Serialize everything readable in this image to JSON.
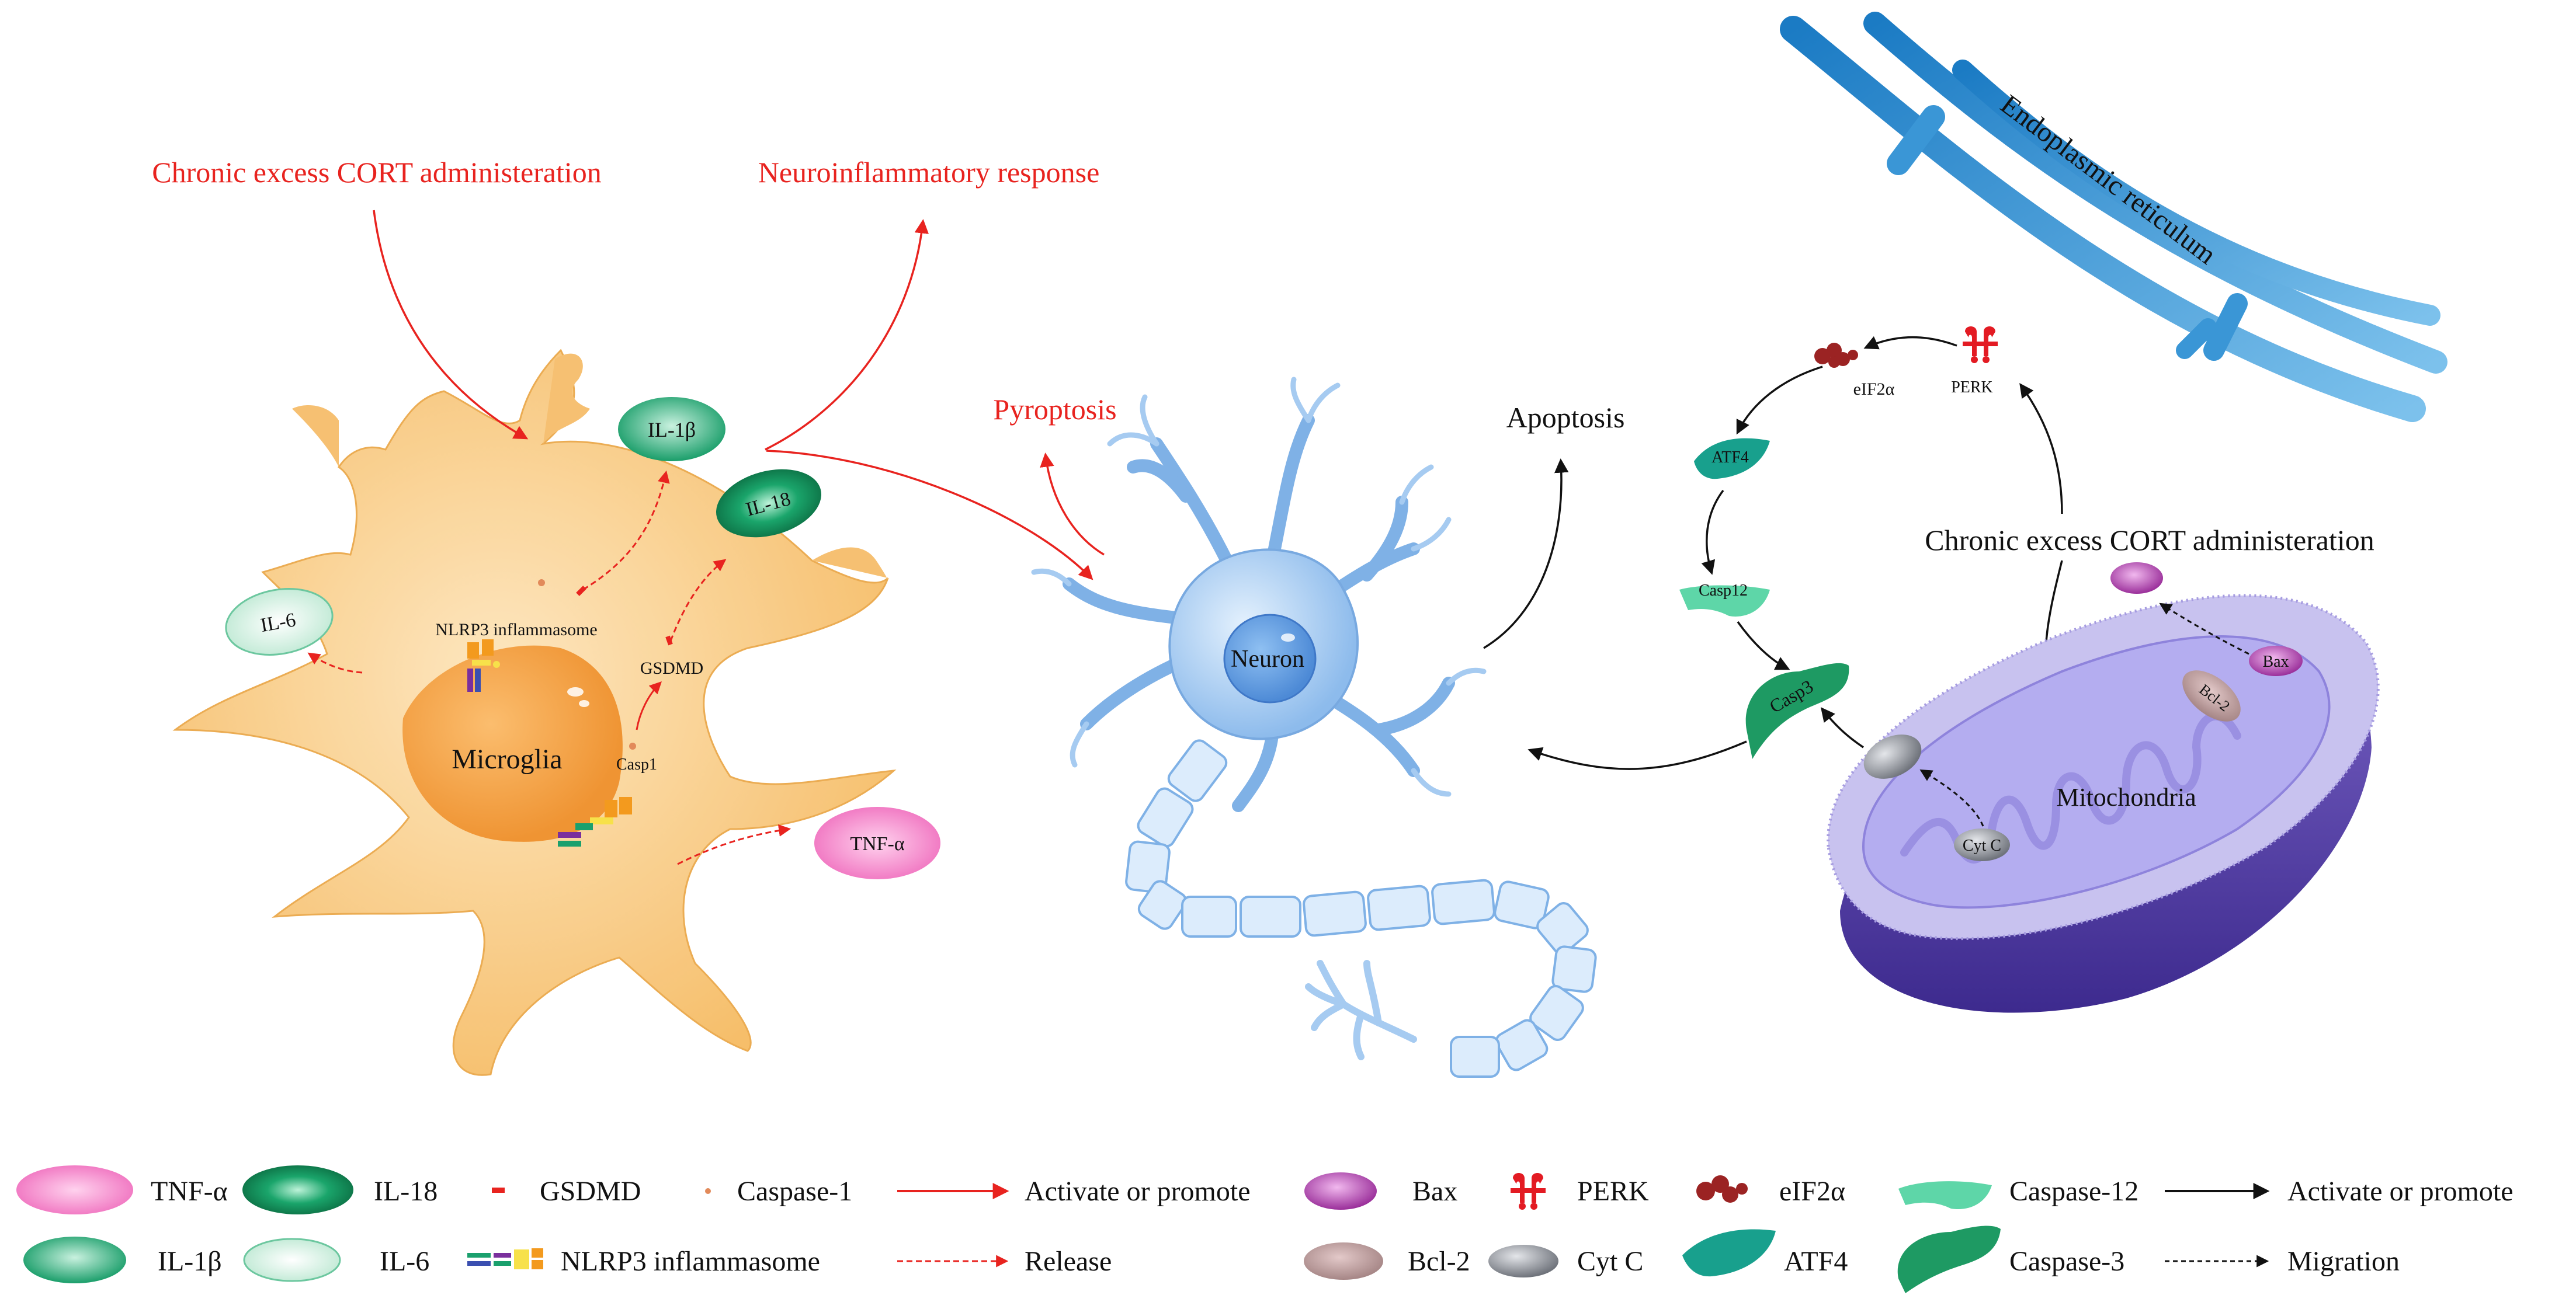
{
  "colors": {
    "red": "#e8231f",
    "black": "#111111",
    "microglia": "#f7c77d",
    "microglia_dark": "#f0a84a",
    "neuron": "#a9cdf3",
    "neuron_dark": "#4f8fd8",
    "er": "#2a8fd0",
    "mito_outer": "#a7a0dc",
    "mito_inner": "#b9b4f2",
    "green": "#1aa06d",
    "pink": "#f27fc6",
    "purple": "#a845a8"
  },
  "labels": {
    "chronic_cort_top": "Chronic excess CORT administeration",
    "neuroinflammatory": "Neuroinflammatory response",
    "pyroptosis": "Pyroptosis",
    "apoptosis": "Apoptosis",
    "chronic_cort_right": "Chronic excess CORT administeration",
    "er": "Endoplasmic reticulum",
    "microglia": "Microglia",
    "neuron": "Neuron",
    "mitochondria": "Mitochondria",
    "nlrp3": "NLRP3 inflammasome",
    "gsdmd": "GSDMD",
    "casp1": "Casp1",
    "il1b": "IL-1β",
    "il18": "IL-18",
    "il6": "IL-6",
    "tnfa": "TNF-α",
    "eif2a": "eIF2α",
    "perk": "PERK",
    "atf4": "ATF4",
    "casp12": "Casp12",
    "casp3": "Casp3",
    "bax": "Bax",
    "bcl2": "Bcl-2",
    "cytc": "Cyt C"
  },
  "legend": {
    "tnfa": "TNF-α",
    "il18": "IL-18",
    "gsdmd": "GSDMD",
    "caspase1": "Caspase-1",
    "activate_red": "Activate or promote",
    "il1b": "IL-1β",
    "il6": "IL-6",
    "nlrp3": "NLRP3 inflammasome",
    "release": "Release",
    "bax": "Bax",
    "perk": "PERK",
    "eif2a": "eIF2α",
    "caspase12": "Caspase-12",
    "activate_black": "Activate or promote",
    "bcl2": "Bcl-2",
    "cytc": "Cyt C",
    "atf4": "ATF4",
    "caspase3": "Caspase-3",
    "migration": "Migration"
  }
}
